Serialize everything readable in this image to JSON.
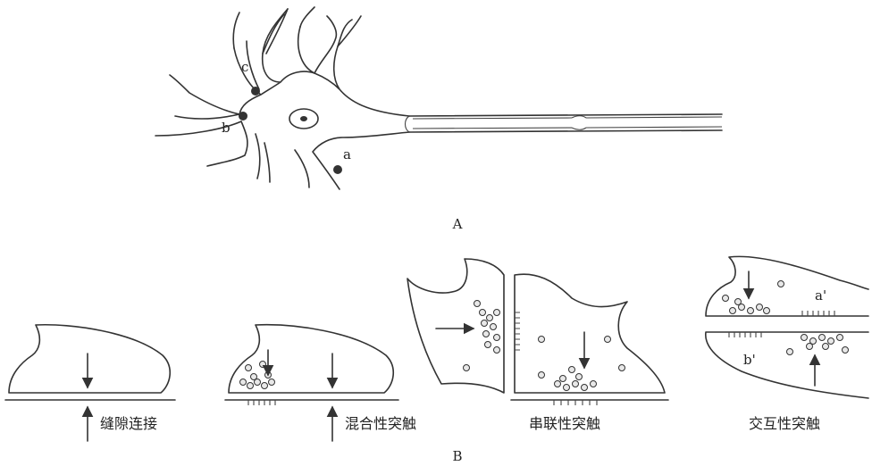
{
  "panel_a": {
    "caption": "A",
    "synapse_labels": [
      "c",
      "b",
      "a"
    ]
  },
  "panel_b": {
    "caption": "B",
    "synapses": [
      {
        "label": "缝隙连接"
      },
      {
        "label": "混合性突触"
      },
      {
        "label": "串联性突触"
      },
      {
        "label": "交互性突触",
        "marks": [
          "a'",
          "b'"
        ]
      }
    ]
  },
  "colors": {
    "line": "#333333",
    "background": "#ffffff"
  }
}
